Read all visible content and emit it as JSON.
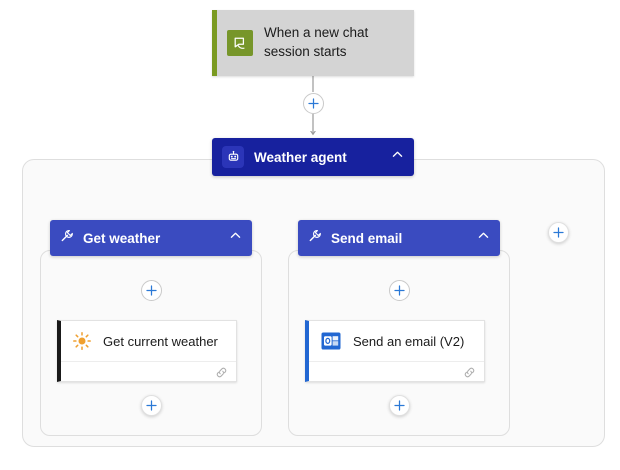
{
  "flow": {
    "trigger": {
      "label": "When a new chat session starts",
      "icon": "chat-bubble-icon",
      "accent_color": "#77962a",
      "background": "#d4d4d4"
    },
    "agent": {
      "label": "Weather agent",
      "icon": "robot-icon",
      "collapse_icon": "chevron-up-icon",
      "background": "#17219e"
    },
    "tools": [
      {
        "label": "Get weather",
        "icon": "wrench-icon",
        "collapse_icon": "chevron-up-icon",
        "background": "#3a4bc0",
        "action": {
          "label": "Get current weather",
          "icon": "sun-icon",
          "accent_color": "#1a1a1a",
          "footer_icon": "link-icon"
        }
      },
      {
        "label": "Send email",
        "icon": "wrench-icon",
        "collapse_icon": "chevron-up-icon",
        "background": "#3a4bc0",
        "action": {
          "label": "Send an email (V2)",
          "icon": "outlook-icon",
          "accent_color": "#2267d2",
          "footer_icon": "link-icon"
        }
      }
    ],
    "add_buttons": [
      {
        "name": "add-step-after-trigger"
      },
      {
        "name": "add-tool-to-agent"
      },
      {
        "name": "add-step-before-get-current-weather"
      },
      {
        "name": "add-step-after-get-current-weather"
      },
      {
        "name": "add-step-before-send-an-email"
      },
      {
        "name": "add-step-after-send-an-email"
      }
    ],
    "accent_color": "#2b79d6"
  }
}
